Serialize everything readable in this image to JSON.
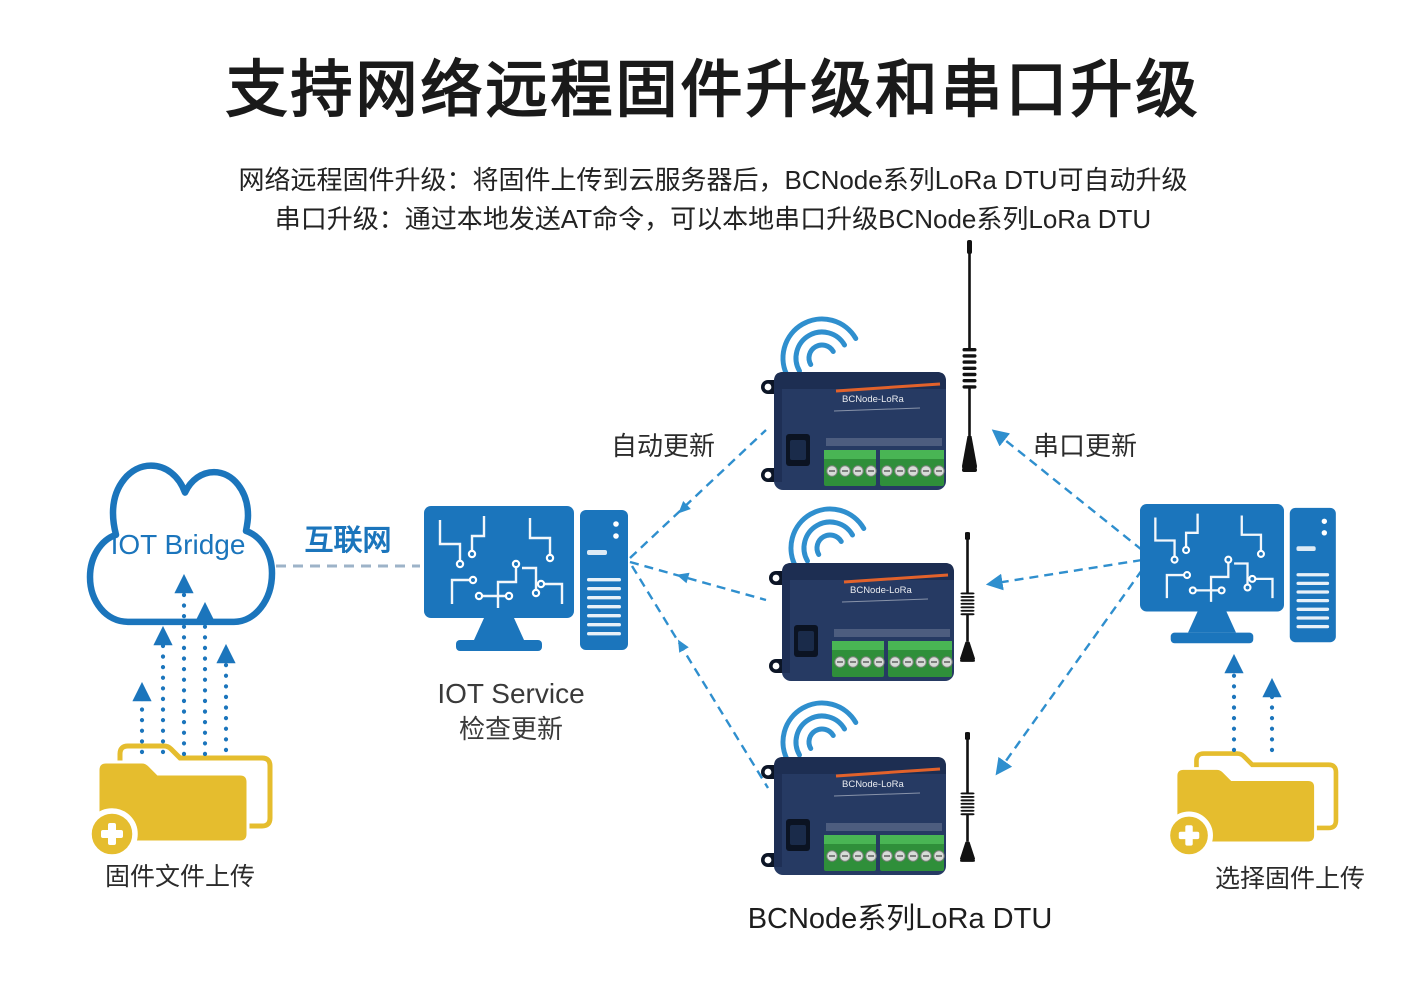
{
  "title": "支持网络远程固件升级和串口升级",
  "subtitle_line1": "网络远程固件升级：将固件上传到云服务器后，BCNode系列LoRa DTU可自动升级",
  "subtitle_line2": "串口升级：通过本地发送AT命令，可以本地串口升级BCNode系列LoRa DTU",
  "cloud": {
    "label": "IOT Bridge"
  },
  "link": {
    "internet_label": "互联网"
  },
  "iot_service": {
    "name": "IOT Service",
    "action": "检查更新"
  },
  "flows": {
    "auto_update": "自动更新",
    "serial_update": "串口更新"
  },
  "uploads": {
    "left_label": "固件文件上传",
    "right_label": "选择固件上传"
  },
  "devices": {
    "series_label": "BCNode系列LoRa DTU",
    "badge": "BCNode-LoRa",
    "count": 3
  },
  "colors": {
    "primary_blue": "#1b75bc",
    "arrow_blue": "#2f8fce",
    "link_gray": "#9db3c8",
    "device_navy": "#263a63",
    "device_dark": "#1d2e52",
    "terminal_green": "#2f8f3a",
    "terminal_green_light": "#49b554",
    "folder_yellow": "#e5bd2e",
    "accent_orange": "#e2622b",
    "antenna_black": "#121212",
    "text_dark": "#1a1a1a"
  }
}
